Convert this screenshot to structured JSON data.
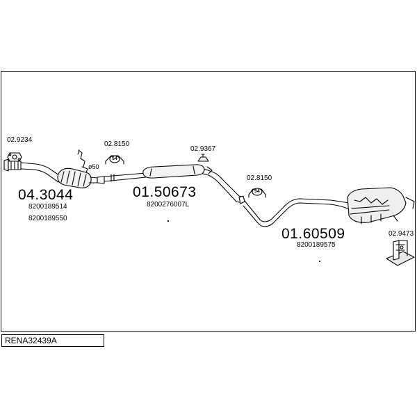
{
  "parts": {
    "cat": {
      "code": "04.3044",
      "oe1": "8200189514",
      "oe2": "8200189550"
    },
    "front_pipe": {
      "code": "01.50673",
      "oe": "8200276007L"
    },
    "rear_silencer": {
      "code": "01.60509",
      "oe": "8200189575"
    }
  },
  "accessories": {
    "gasket_front": "02.9234",
    "clamp_1": "02.8150",
    "rubber_mount": "02.9367",
    "clamp_2": "02.8150",
    "bracket": "02.9473"
  },
  "clamp_size_1": "54",
  "clamp_size_2": "54",
  "diameter_label": "ø50",
  "footer": {
    "set_code": "RENA32439A"
  }
}
